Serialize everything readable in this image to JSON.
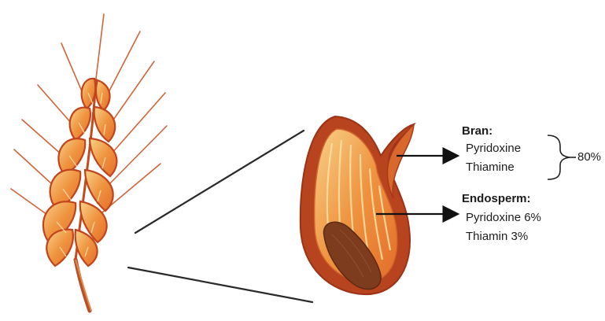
{
  "bran": {
    "title": "Bran:",
    "item1": "Pyridoxine",
    "item2": "Thiamine",
    "total": "80%"
  },
  "endosperm": {
    "title": "Endosperm:",
    "item1": "Pyridoxine 6%",
    "item2": "Thiamin 3%"
  },
  "colors": {
    "outline": "#c1441c",
    "bran_red": "#b5401e",
    "grain_orange": "#e7772f",
    "grain_light": "#f6c77a",
    "germ_brown": "#7a3a1c",
    "arrow": "#111111"
  }
}
